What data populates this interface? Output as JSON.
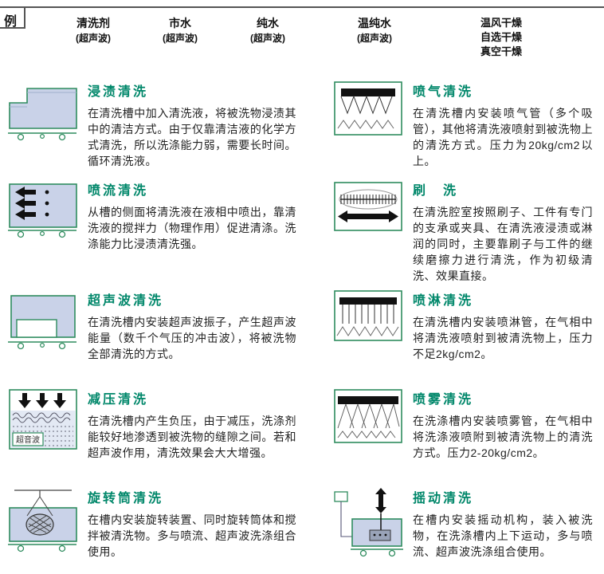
{
  "colors": {
    "title_accent": "#00876a",
    "diagram_stroke": "#2e8c5e",
    "diagram_liquid": "#c9d2e8",
    "diagram_black": "#111111"
  },
  "header": {
    "example_label": "例",
    "columns": [
      {
        "lines": [
          "清洗剂",
          "(超声波)"
        ]
      },
      {
        "lines": [
          "市水",
          "(超声波)"
        ]
      },
      {
        "lines": [
          "纯水",
          "(超声波)"
        ]
      },
      {
        "lines": [
          "温纯水",
          "(超声波)"
        ]
      },
      {
        "lines": [
          "温风干燥",
          "自选干燥",
          "真空干燥"
        ]
      }
    ]
  },
  "items": [
    {
      "icon": "immersion-tank",
      "title": "浸渍清洗",
      "description": "在清洗槽中加入清洗液，将被洗物浸渍其中的清洁方式。由于仅靠清洁液的化学方式清洗，所以洗涤能力弱，需要长时间。循环清洗液。"
    },
    {
      "icon": "jet-flow-tank",
      "title": "喷流清洗",
      "description": "从槽的侧面将清洗液在液相中喷出，靠清洗液的搅拌力（物理作用）促进清涤。洗涤能力比浸渍清洗强。"
    },
    {
      "icon": "ultrasonic-tank",
      "title": "超声波清洗",
      "description": "在清洗槽内安装超声波振子，产生超声波能量（数千个气压的冲击波），将被洗物全部清洗的方式。"
    },
    {
      "icon": "vacuum-chamber",
      "icon_label": "超音波",
      "title": "减压清洗",
      "description": "在清洗槽内产生负压，由于减压，洗涤剂能较好地渗透到被洗物的缝隙之间。若和超声波作用，清洗效果会大大增强。"
    },
    {
      "icon": "rotating-drum-tank",
      "title": "旋转筒清洗",
      "description": "在槽内安装旋转装置、同时旋转筒体和搅拌被清洗物。多与喷流、超声波洗涤组合使用。"
    },
    {
      "icon": "air-jet-chamber",
      "title": "喷气清洗",
      "description": "在清洗槽内安装喷气管（多个吸管），其他将清洗液喷射到被洗物上的清洗方式。压力为20kg/cm2以上。"
    },
    {
      "icon": "brush-wash",
      "title": "刷　洗",
      "description": "在清洗腔室按照刷子、工件有专门的支承或夹具、在清洗液浸渍或淋润的同时，主要靠刷子与工件的继续磨擦力进行清洗，作为初级清洗、效果直接。"
    },
    {
      "icon": "shower-spray-chamber",
      "title": "喷淋清洗",
      "description": "在清洗槽内安装喷淋管，在气相中将清洗液喷射到被清洗物上，压力不足2kg/cm2。"
    },
    {
      "icon": "mist-spray-chamber",
      "title": "喷雾清洗",
      "description": "在洗涤槽内安装喷雾管，在气相中将洗涤液喷附到被清洗物上的清洗方式。压力2-20kg/cm2。"
    },
    {
      "icon": "rocking-tank",
      "title": "摇动清洗",
      "description": "在槽内安装摇动机构，装入被洗物，在洗涤槽内上下运动，多与喷流、超声波洗涤组合使用。"
    }
  ]
}
